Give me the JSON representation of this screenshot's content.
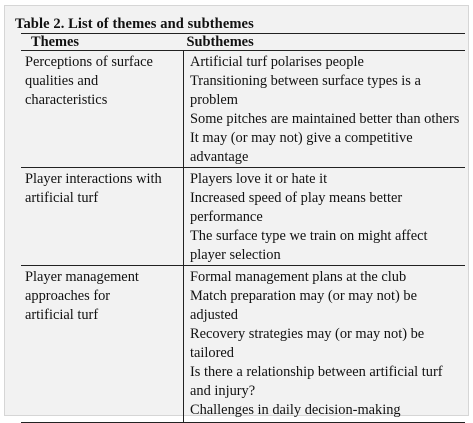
{
  "caption": "Table 2. List of themes and subthemes",
  "headers": {
    "themes": "Themes",
    "subthemes": "Subthemes"
  },
  "rows": [
    {
      "theme": "Perceptions of surface qualities and characteristics",
      "subthemes": [
        "Artificial turf polarises people",
        "Transitioning between surface types is a problem",
        "Some pitches are maintained better than others",
        "It may (or may not) give a competitive advantage"
      ]
    },
    {
      "theme": "Player interactions with artificial turf",
      "subthemes": [
        "Players love it or hate it",
        "Increased speed of play means better performance",
        "The surface type we train on might affect player selection"
      ]
    },
    {
      "theme": "Player management approaches for artificial turf",
      "subthemes": [
        "Formal management plans at the club",
        "Match preparation may (or may not) be adjusted",
        "Recovery strategies may (or may not) be tailored",
        "Is there a relationship between artificial turf and injury?",
        "Challenges in daily decision-making"
      ]
    }
  ]
}
